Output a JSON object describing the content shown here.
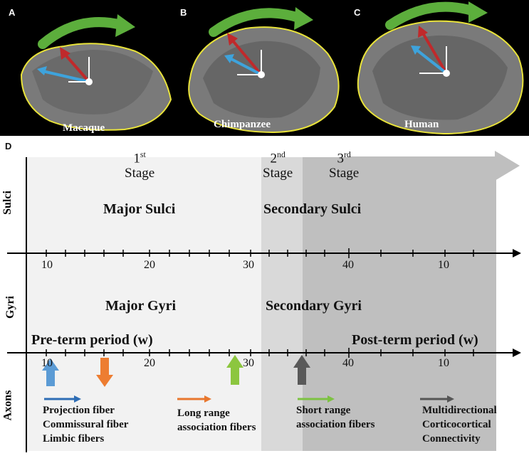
{
  "panels": [
    {
      "letter": "A",
      "species": "Macaque"
    },
    {
      "letter": "B",
      "species": "Chimpanzee"
    },
    {
      "letter": "C",
      "species": "Human"
    }
  ],
  "timeline": {
    "letter": "D",
    "stages": [
      {
        "ordinal": "1",
        "suffix": "st",
        "word": "Stage"
      },
      {
        "ordinal": "2",
        "suffix": "nd",
        "word": "Stage"
      },
      {
        "ordinal": "3",
        "suffix": "rd",
        "word": "Stage"
      }
    ],
    "rows": {
      "sulci": "Sulci",
      "gyri": "Gyri",
      "axons": "Axons"
    },
    "sulci_labels": {
      "major": "Major Sulci",
      "secondary": "Secondary Sulci"
    },
    "gyri_labels": {
      "major": "Major Gyri",
      "secondary": "Secondary Gyri"
    },
    "periods": {
      "pre": "Pre-term period (w)",
      "post": "Post-term period (w)"
    },
    "ticks_upper": [
      "10",
      "20",
      "30",
      "40",
      "10"
    ],
    "ticks_lower": [
      "10",
      "20",
      "30",
      "40",
      "10"
    ],
    "axon_legend": [
      {
        "lines": [
          "Projection fiber",
          "Commissural fiber",
          "Limbic fibers"
        ],
        "color": "#2e6db5"
      },
      {
        "lines": [
          "Long range",
          "association fibers"
        ],
        "color": "#e8772e"
      },
      {
        "lines": [
          "Short range",
          "association fibers"
        ],
        "color": "#7dc242"
      },
      {
        "lines": [
          "Multidirectional",
          "Corticocortical",
          "Connectivity"
        ],
        "color": "#555555"
      }
    ],
    "big_arrow_colors": [
      "#5b9bd5",
      "#ed7d31",
      "#8cc63f",
      "#595959"
    ],
    "shade_colors": [
      "#f2f2f2",
      "#d9d9d9",
      "#bfbfbf"
    ]
  }
}
